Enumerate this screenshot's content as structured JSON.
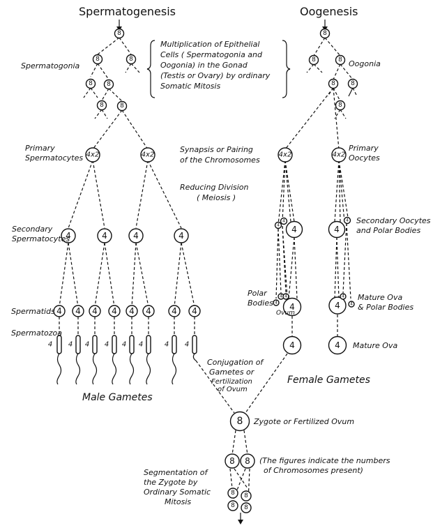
{
  "headers": {
    "spermatogenesis": "Spermatogenesis",
    "oogenesis": "Oogenesis"
  },
  "labels": {
    "spermatogonia": "Spermatogonia",
    "oogonia": "Oogonia",
    "multiplication": [
      "Multiplication of Epithelial",
      "Cells ( Spermatogonia and",
      "Oogonia) in the Gonad",
      "(Testis or Ovary) by ordinary",
      "Somatic Mitosis"
    ],
    "primary_spermatocytes": [
      "Primary",
      "Spermatocytes"
    ],
    "synapsis": [
      "Synapsis or Pairing",
      "of the Chromosomes"
    ],
    "primary_oocytes": [
      "Primary",
      "Oocytes"
    ],
    "reducing_division": [
      "Reducing Division",
      "( Meiosis )"
    ],
    "secondary_spermatocytes": [
      "Secondary",
      "Spermatocytes"
    ],
    "secondary_oocytes": [
      "Secondary Oocytes",
      "and Polar Bodies"
    ],
    "polar_bodies": [
      "Polar",
      "Bodies"
    ],
    "ovum": "Ovum",
    "mature_ova_polar": [
      "Mature Ova",
      "& Polar Bodies"
    ],
    "spermatids": "Spermatids",
    "spermatozoa": "Spermatozoa",
    "mature_ova": "Mature Ova",
    "conjugation": [
      "Conjugation of",
      "Gametes or",
      "Fertilization",
      "of Ovum"
    ],
    "female_gametes": "Female Gametes",
    "male_gametes": "Male Gametes",
    "zygote": "Zygote or Fertilized Ovum",
    "figures_note": [
      "(The figures indicate the numbers",
      "of Chromosomes present)"
    ],
    "segmentation": [
      "Segmentation of",
      "the Zygote by",
      "Ordinary Somatic",
      "Mitosis"
    ]
  },
  "cell_values": {
    "diploid": "8",
    "paired": "4x2",
    "haploid": "4"
  }
}
